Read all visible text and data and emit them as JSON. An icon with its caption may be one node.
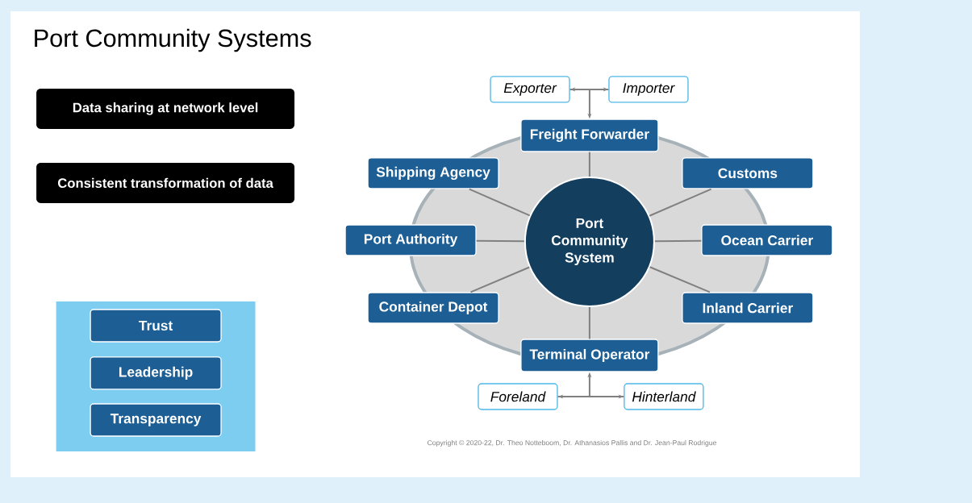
{
  "diagram": {
    "title": "Port Community Systems",
    "nodes": [
      {
        "text": [
          "Data sharing at network level"
        ]
      },
      {
        "text": [
          "Consistent transformation of data"
        ]
      },
      {
        "text": [],
        "shape": "box"
      },
      {
        "text": [
          "Trust"
        ],
        "in": 2
      },
      {
        "text": [
          "Leadership"
        ],
        "in": 2
      },
      {
        "text": [
          "Transparency"
        ],
        "in": 2
      },
      {
        "text": [
          "Exporter"
        ]
      },
      {
        "text": [
          "Importer"
        ]
      },
      {
        "text": [
          "Freight Forwarder"
        ]
      },
      {
        "text": [
          "Shipping Agency"
        ]
      },
      {
        "text": [
          "Customs"
        ]
      },
      {
        "text": [
          "Port Authority"
        ]
      },
      {
        "text": [
          "Port Community System"
        ]
      },
      {
        "text": [
          "Ocean Carrier"
        ]
      },
      {
        "text": [
          "Container Depot"
        ]
      },
      {
        "text": [
          "Inland Carrier"
        ]
      },
      {
        "text": [
          "Terminal Operator"
        ]
      },
      {
        "text": [
          "Foreland"
        ]
      },
      {
        "text": [
          "Hinterland"
        ]
      }
    ],
    "edges": [
      {
        "from": 6,
        "to": 7,
        "arrow": "both"
      },
      {
        "from": 6,
        "to": 8,
        "arrow": "to"
      },
      {
        "from": 7,
        "to": 8,
        "arrow": "to"
      },
      {
        "from": 12,
        "to": 8,
        "arrow": "none"
      },
      {
        "from": 12,
        "to": 9,
        "arrow": "none"
      },
      {
        "from": 12,
        "to": 10,
        "arrow": "none"
      },
      {
        "from": 12,
        "to": 11,
        "arrow": "none"
      },
      {
        "from": 12,
        "to": 13,
        "arrow": "none"
      },
      {
        "from": 12,
        "to": 14,
        "arrow": "none"
      },
      {
        "from": 12,
        "to": 15,
        "arrow": "none"
      },
      {
        "from": 12,
        "to": 16,
        "arrow": "none"
      },
      {
        "from": 17,
        "to": 18,
        "arrow": "both"
      },
      {
        "from": 17,
        "to": 16,
        "arrow": "to"
      },
      {
        "from": 18,
        "to": 16,
        "arrow": "to"
      }
    ],
    "labels": [
      "Copyright © 2020-22, Dr. Theo Notteboom, Dr. Athanasios Pallis and Dr. Jean-Paul Rodrigue"
    ]
  }
}
